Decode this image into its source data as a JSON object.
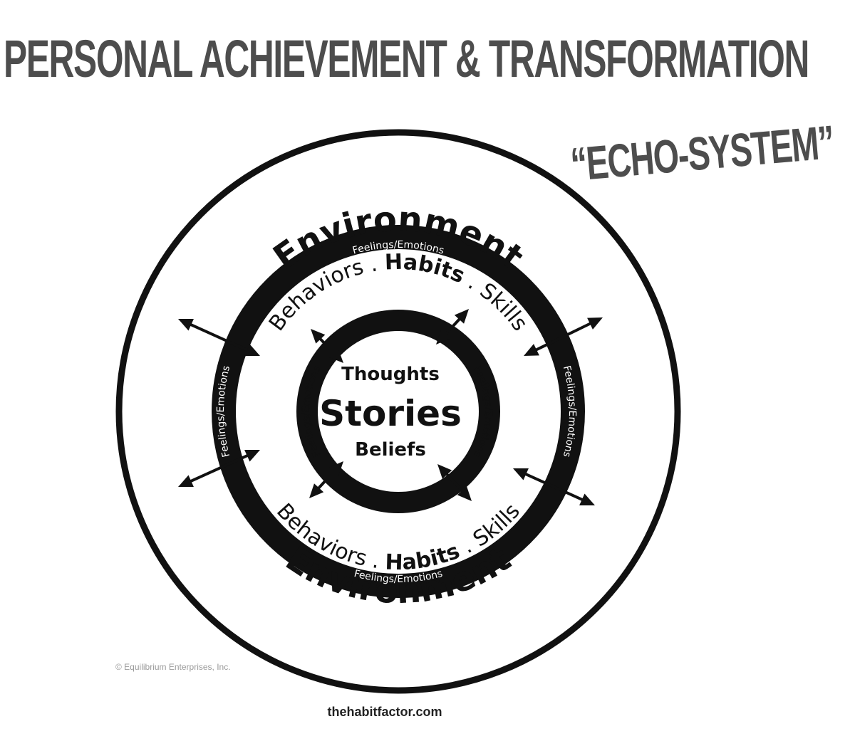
{
  "title": "PERSONAL ACHIEVEMENT & TRANSFORMATION",
  "subtitle": "“ECHO-SYSTEM”",
  "outer_label_top": "Environment",
  "outer_label_bottom": "Environment",
  "middle_ring_label": "Feelings/Emotions",
  "middle_label_top": [
    "Behaviors",
    ".",
    "Habits",
    ".",
    "Skills"
  ],
  "middle_label_bottom": [
    "Behaviors",
    ".",
    "Habits",
    ".",
    "Skills"
  ],
  "inner_ring_label": "Feelings/Emotions",
  "core": {
    "top": "Thoughts",
    "center": "Stories",
    "bottom": "Beliefs"
  },
  "copyright": "© Equilibrium Enterprises, Inc.",
  "website": "thehabitfactor.com",
  "colors": {
    "headline": "#4d4d4d",
    "ink": "#111111",
    "background": "#ffffff"
  },
  "icons": [
    "double-arrow-icon"
  ]
}
